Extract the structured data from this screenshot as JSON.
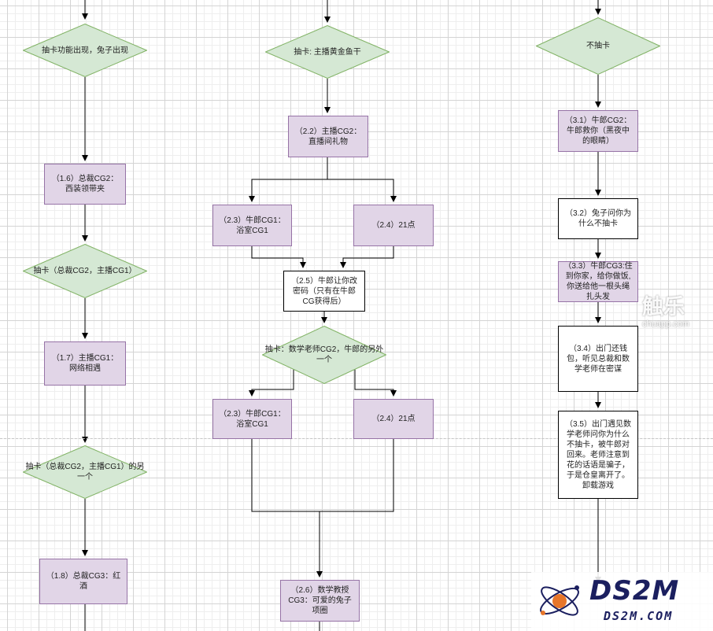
{
  "nodes": {
    "col1_diamond1": "抽卡功能出现，兔子出现",
    "col1_box1": "（1.6）总裁CG2：西装领带夹",
    "col1_diamond2": "抽卡（总裁CG2，主播CG1）",
    "col1_box2": "（1.7）主播CG1：网络相遇",
    "col1_diamond3": "抽卡（总裁CG2，主播CG1）的另一个",
    "col1_box3": "（1.8）总裁CG3：红酒",
    "col2_diamond1": "抽卡: 主播黄金鱼干",
    "col2_box1": "（2.2）主播CG2：直播间礼物",
    "col2_box2": "（2.3）牛郎CG1：浴室CG1",
    "col2_box3": "（2.4）21点",
    "col2_box4": "（2.5）牛郎让你改密码（只有在牛郎CG获得后）",
    "col2_diamond2": "抽卡：数学老师CG2，牛郎的另外一个",
    "col2_box5": "（2.3）牛郎CG1：浴室CG1",
    "col2_box6": "（2.4）21点",
    "col2_box7": "（2.6）数学教授CG3：可爱的兔子项圈",
    "col3_diamond1": "不抽卡",
    "col3_box1": "（3.1）牛郎CG2：牛郎救你（黑夜中的眼睛）",
    "col3_box2": "（3.2）兔子问你为什么不抽卡",
    "col3_box3": "（3.3）牛郎CG3:住到你家，给你做饭,你送给他一根头绳扎头发",
    "col3_box4": "（3.4）出门还钱包，听见总裁和数学老师在密谋",
    "col3_box5": "（3.5）出门遇见数学老师问你为什么不抽卡，被牛郎对回来。老师注意到花的话语是骗子，于是仓皇离开了。卸载游戏"
  },
  "watermarks": {
    "chuapp_logo": "触乐",
    "chuapp_site": "chuapp.com",
    "ds2m_logo": "DS2M",
    "ds2m_site": "DS2M.COM"
  },
  "colors": {
    "decision_fill": "#d5e8d4",
    "decision_stroke": "#82b366",
    "process_fill": "#e1d5e7",
    "process_stroke": "#9673a6",
    "plain_fill": "#ffffff",
    "edge": "#000000"
  },
  "icons": {
    "ds2m_emblem": "atom-orbit-icon"
  }
}
